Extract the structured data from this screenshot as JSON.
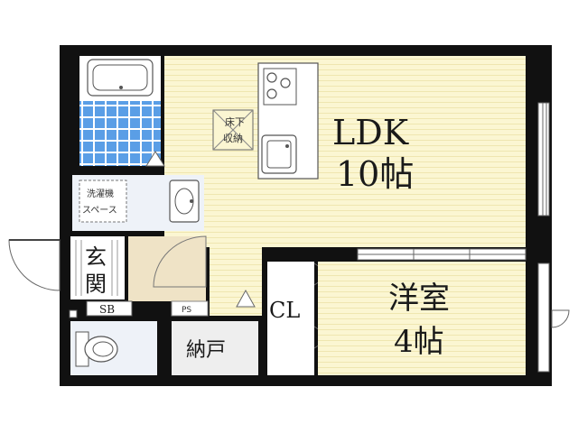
{
  "rooms": {
    "ldk": {
      "name": "LDK",
      "size": "10帖"
    },
    "western": {
      "name": "洋室",
      "size": "4帖"
    },
    "closet": {
      "name": "CL"
    },
    "storage": {
      "name": "納戸"
    },
    "entrance": {
      "line1": "玄",
      "line2": "関"
    },
    "shoe_box": {
      "name": "SB"
    },
    "pipe_space": {
      "name": "PS"
    },
    "underfloor": {
      "line1": "床下",
      "line2": "収納"
    },
    "laundry": {
      "line1": "洗濯機",
      "line2": "スペース"
    }
  },
  "colors": {
    "wall": "#111111",
    "ldk_floor": "#fbf6d2",
    "floor_stripe": "#efe6b0",
    "entrance_floor": "#efe3c6",
    "bath_tile": "#5a9ee6",
    "utility_floor": "#eef2f8",
    "storage_floor": "#eeeeee"
  }
}
